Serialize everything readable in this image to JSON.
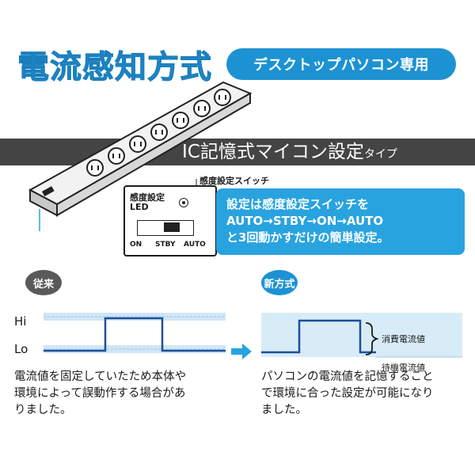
{
  "header": {
    "title": "電流感知方式",
    "badge": "デスクトップパソコン専用"
  },
  "band": {
    "main": "IC記憶式マイコン設定",
    "suffix": "タイプ"
  },
  "switch": {
    "caption": "感度設定スイッチ",
    "led_line1": "感度設定",
    "led_line2": "LED",
    "positions": [
      "ON",
      "STBY",
      "AUTO"
    ]
  },
  "callout": {
    "lines": [
      "設定は感度設定スイッチを",
      "AUTO→STBY→ON→AUTO",
      "と3回動かすだけの簡単設定。"
    ]
  },
  "comparison": {
    "old_label": "従来",
    "new_label": "新方式",
    "hi": "Hi",
    "lo": "Lo",
    "consumption_label": "消費電流値",
    "standby_label": "待機電流値",
    "old_desc": [
      "電流値を固定していたため本体や",
      "環境によって誤動作する場合があ",
      "りました。"
    ],
    "new_desc": [
      "パソコンの電流値を記憶すること",
      "で環境に合った設定が可能になり",
      "ました。"
    ]
  },
  "colors": {
    "accent": "#1d92d2",
    "band": "#444444",
    "callout": "#29a3df",
    "pulse": "#1b4f9a",
    "hi_band": "#cfe6f5"
  }
}
